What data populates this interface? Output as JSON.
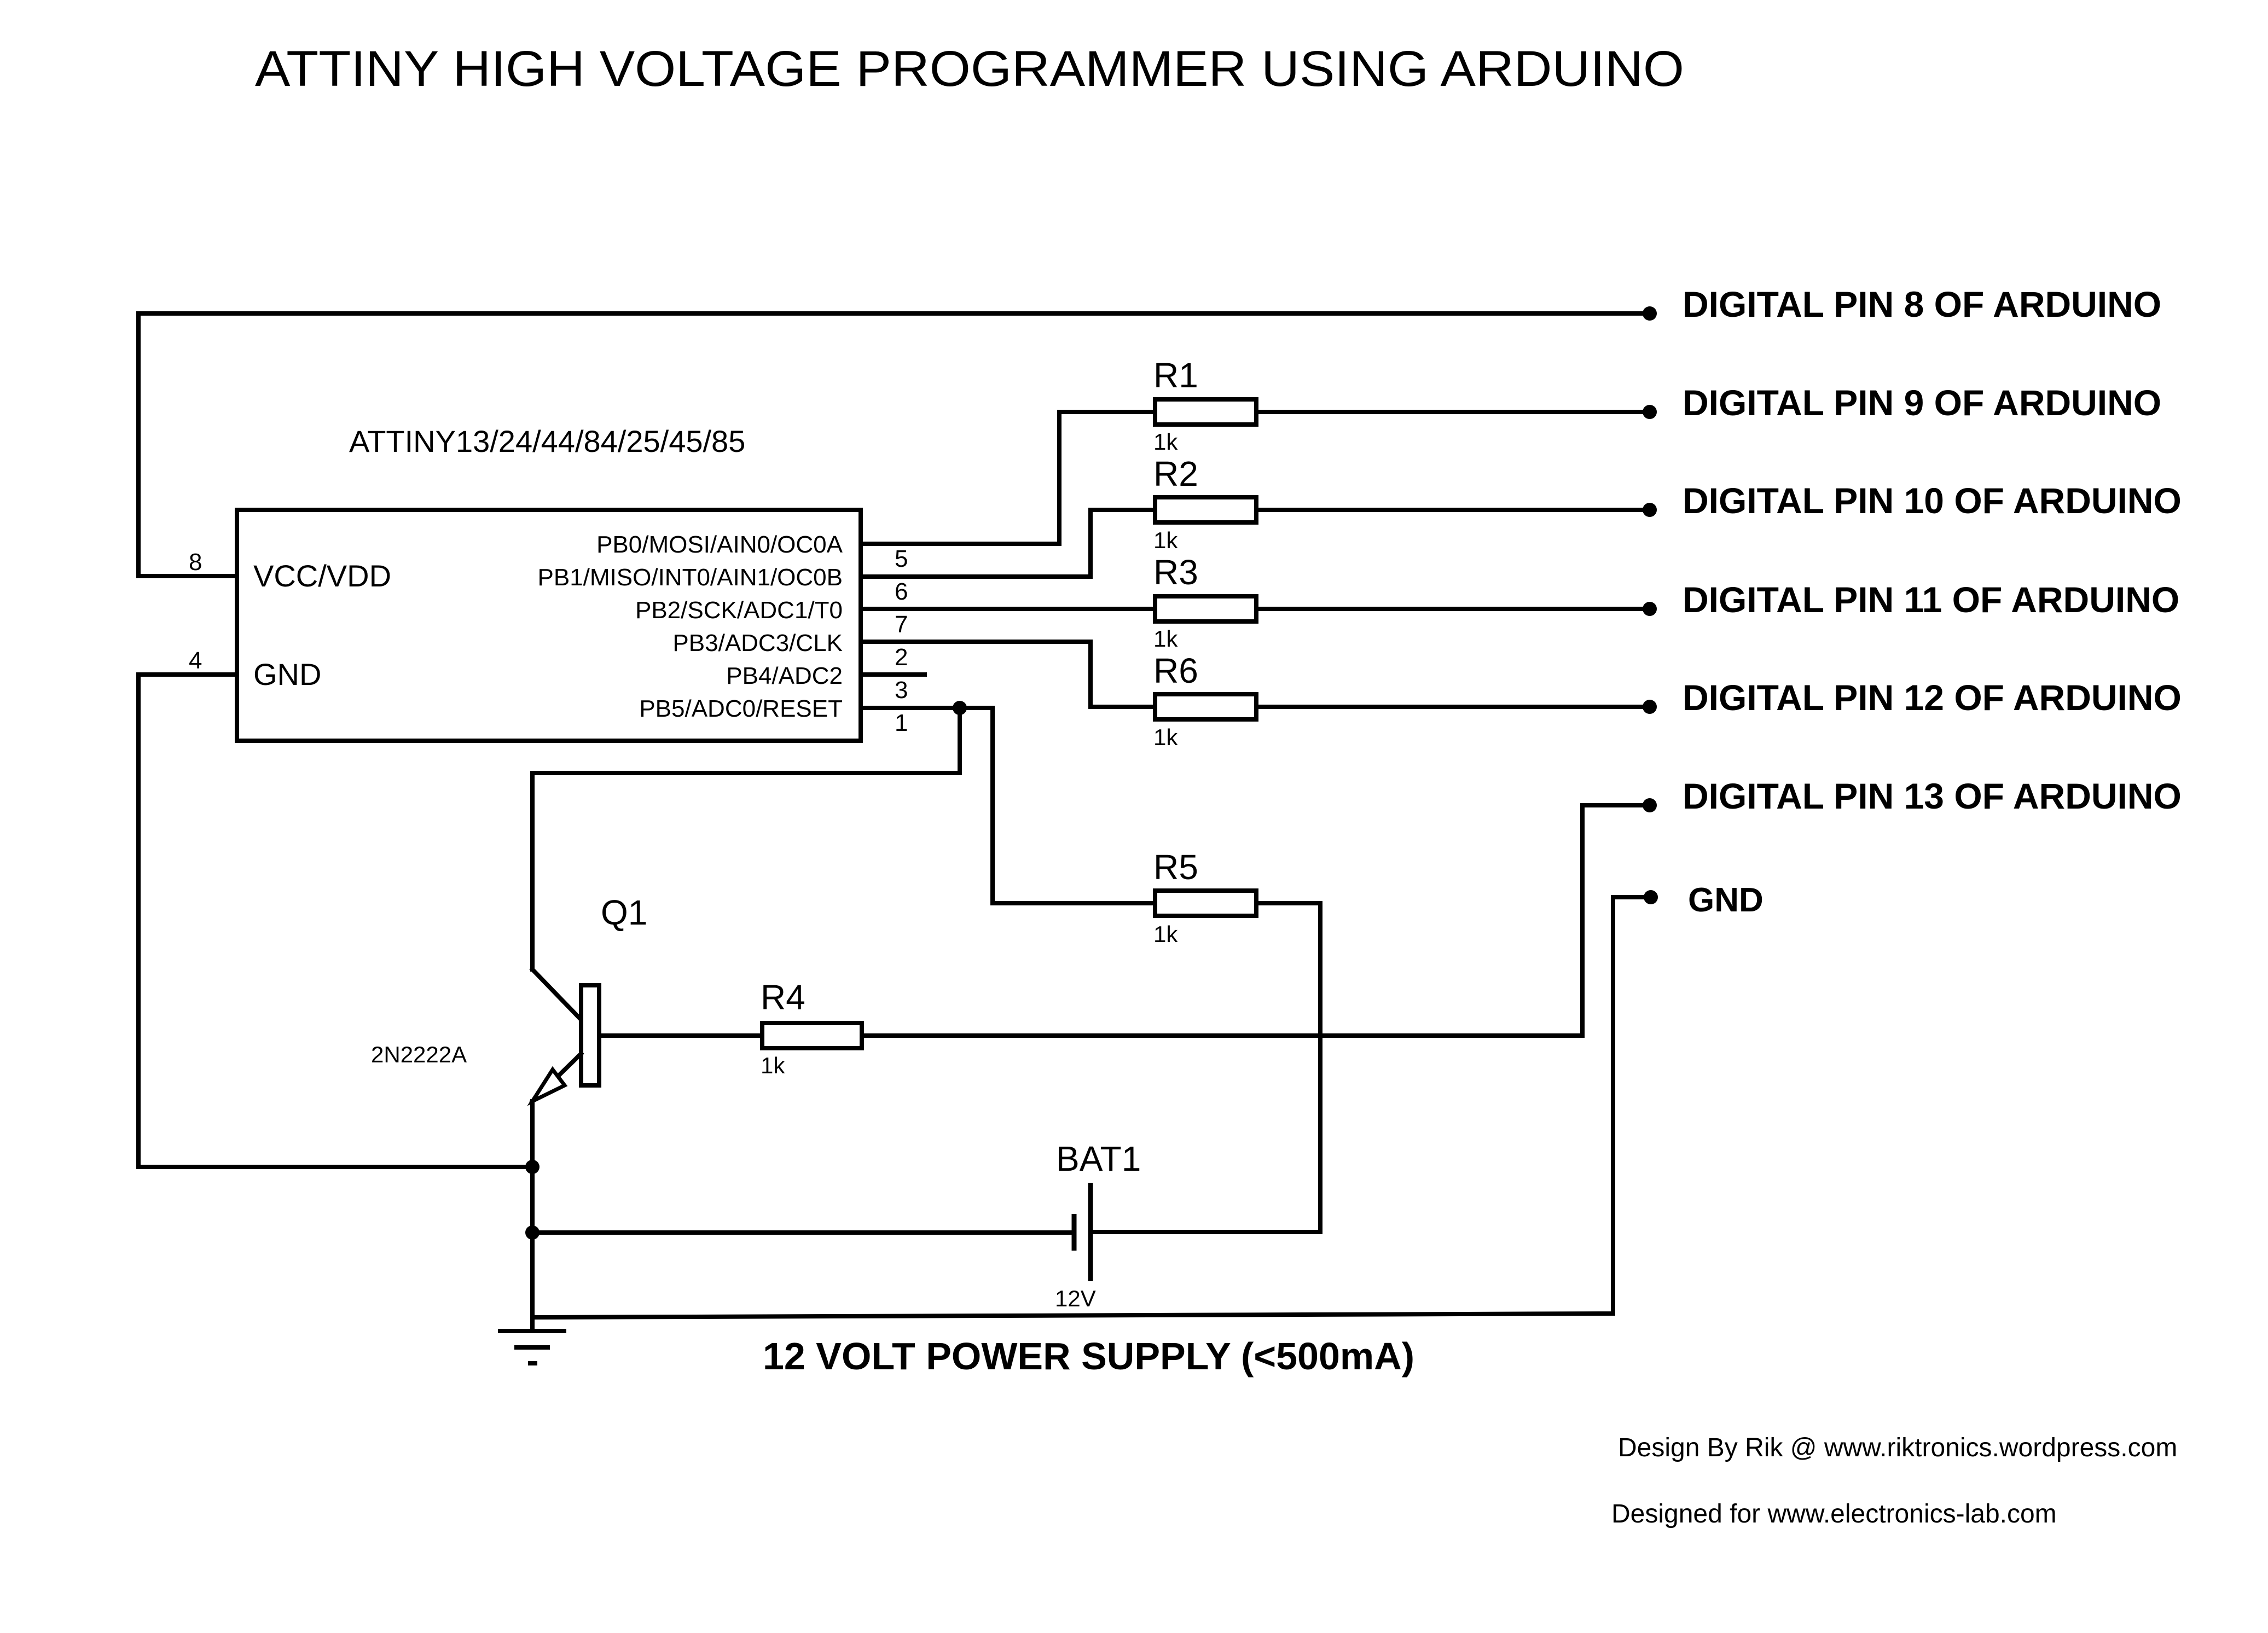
{
  "title": "ATTINY HIGH VOLTAGE PROGRAMMER USING ARDUINO",
  "chip": {
    "part": "ATTINY13/24/44/84/25/45/85",
    "left_pins": [
      {
        "name": "VCC/VDD",
        "num": "8"
      },
      {
        "name": "GND",
        "num": "4"
      }
    ],
    "right_pins": [
      {
        "name": "PB0/MOSI/AIN0/OC0A",
        "num": "5"
      },
      {
        "name": "PB1/MISO/INT0/AIN1/OC0B",
        "num": "6"
      },
      {
        "name": "PB2/SCK/ADC1/T0",
        "num": "7"
      },
      {
        "name": "PB3/ADC3/CLK",
        "num": "2"
      },
      {
        "name": "PB4/ADC2",
        "num": "3"
      },
      {
        "name": "PB5/ADC0/RESET",
        "num": "1"
      }
    ]
  },
  "resistors": [
    {
      "ref": "R1",
      "value": "1k"
    },
    {
      "ref": "R2",
      "value": "1k"
    },
    {
      "ref": "R3",
      "value": "1k"
    },
    {
      "ref": "R6",
      "value": "1k"
    },
    {
      "ref": "R5",
      "value": "1k"
    },
    {
      "ref": "R4",
      "value": "1k"
    }
  ],
  "transistor": {
    "ref": "Q1",
    "part": "2N2222A"
  },
  "battery": {
    "ref": "BAT1",
    "value": "12V"
  },
  "connections": [
    "DIGITAL PIN 8 OF ARDUINO",
    "DIGITAL PIN 9 OF ARDUINO",
    "DIGITAL PIN 10 OF ARDUINO",
    "DIGITAL PIN 11 OF ARDUINO",
    "DIGITAL PIN 12 OF ARDUINO",
    "DIGITAL PIN 13 OF ARDUINO",
    "GND"
  ],
  "power_supply_label": "12 VOLT POWER SUPPLY (<500mA)",
  "credits": {
    "design_by": "Design By Rik @ www.riktronics.wordpress.com",
    "designed_for": "Designed for www.electronics-lab.com"
  }
}
